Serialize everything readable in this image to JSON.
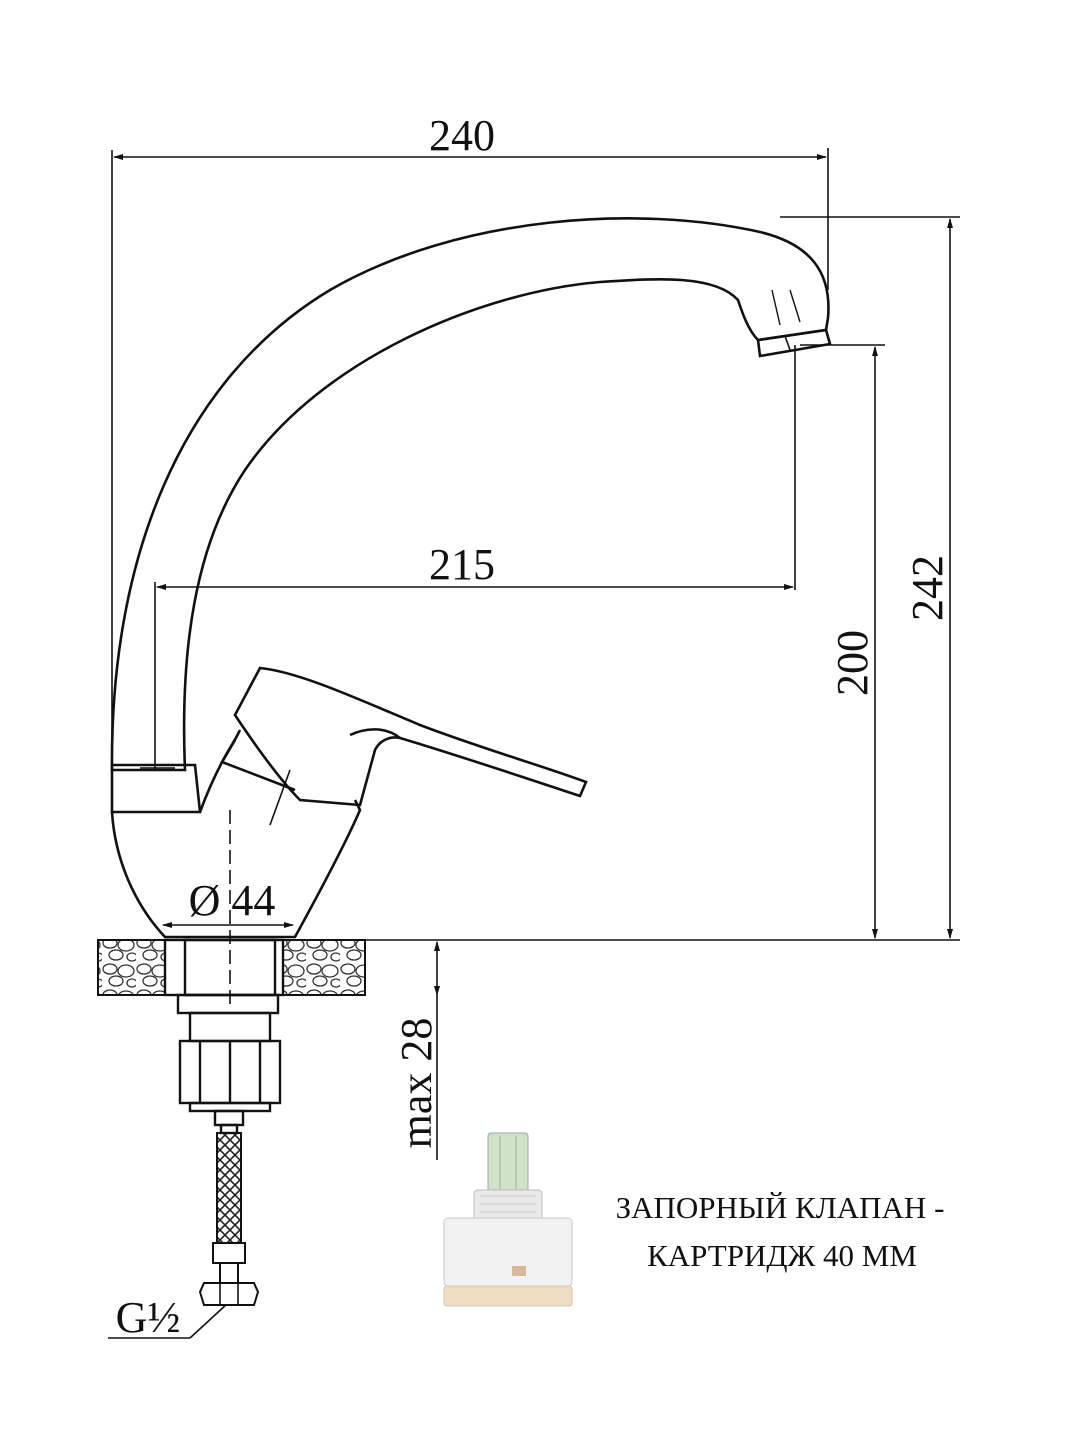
{
  "dimensions": {
    "total_width": "240",
    "spout_reach": "215",
    "spout_height": "200",
    "total_height": "242",
    "base_diameter": "Ø 44",
    "max_thickness": "max 28",
    "thread": "G½"
  },
  "caption": {
    "line1": "ЗАПОРНЫЙ КЛАПАН -",
    "line2": "КАРТРИДЖ 40 ММ"
  },
  "colors": {
    "line": "#111111",
    "cartridge_body": "#f2f2f2",
    "cartridge_stem": "#cfe3c9",
    "cartridge_base": "#f1dcc4"
  }
}
